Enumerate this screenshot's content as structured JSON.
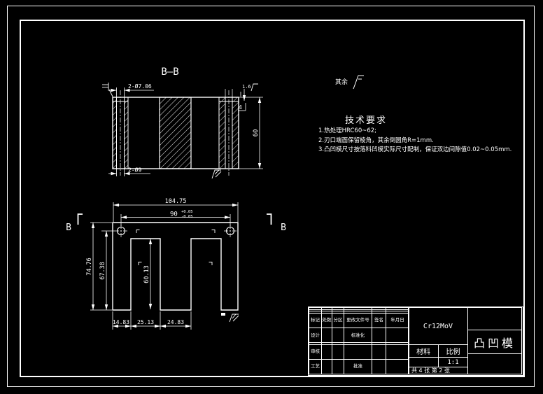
{
  "canvas": {
    "bg": "#000000",
    "fg": "#ffffff"
  },
  "section_view": {
    "title": "B—B",
    "dims": {
      "top_holes": "2-Ø7.06",
      "bottom_holes": "2-Ø9",
      "height": "60",
      "step_depth": "4",
      "roughness_top": "1.6"
    }
  },
  "surface_note": {
    "prefix_text": "其余"
  },
  "tech_requirements": {
    "title": "技术要求",
    "items": [
      "1.热处理HRC60~62;",
      "2.刃口端面保留棱角，其余倒圆角R=1mm.",
      "3.凸凹模尺寸按落料凹模实际尺寸配制，保证双边间隙值0.02~0.05mm."
    ]
  },
  "plan_view": {
    "section_label_left": "B",
    "section_label_right": "B",
    "dims": {
      "overall_width": "104.75",
      "hole_span": "90",
      "hole_span_tol_upper": "+0.05",
      "hole_span_tol_lower": "-0.05",
      "overall_height": "74.76",
      "hole_to_bottom": "67.38",
      "slot_depth": "60.13",
      "left_leg_width": "14.83",
      "slot_width": "25.13",
      "center_leg_width": "24.83"
    }
  },
  "title_block": {
    "material_value": "Cr12MoV",
    "part_name": "凸凹模",
    "material_label": "材料",
    "scale_label": "比例",
    "scale_value": "1:1",
    "sheet_info": "共 4 张 第 2 张",
    "revision_headers": [
      "标记",
      "处数",
      "分区",
      "更改文件号",
      "签名",
      "年月日"
    ],
    "role_design": "设计",
    "role_standardization": "标准化",
    "role_review": "审核",
    "role_process": "工艺",
    "role_approve": "批准"
  }
}
